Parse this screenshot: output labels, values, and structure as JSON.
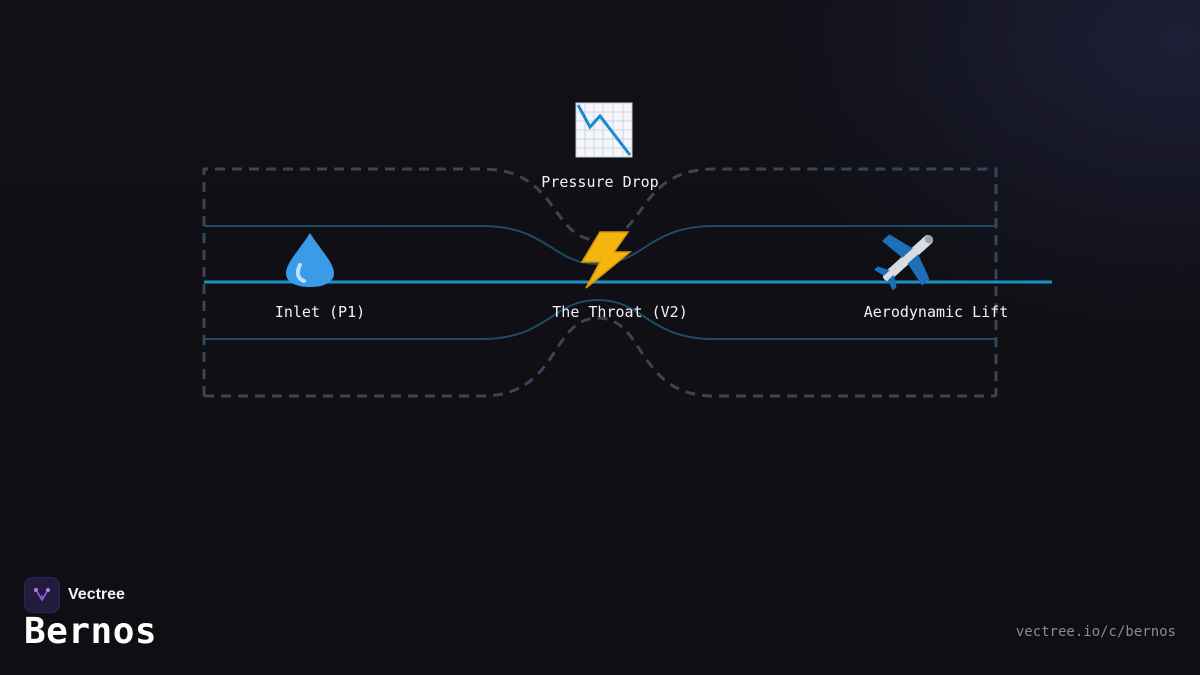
{
  "brand": {
    "name": "Vectree",
    "logo_icon": "vectree-logo-icon",
    "logo_color": "#9b5de5"
  },
  "title": "Bernos",
  "source_url": "vectree.io/c/bernos",
  "diagram": {
    "nodes": [
      {
        "id": "pressure-drop",
        "label": "Pressure Drop",
        "icon": "chart-decreasing-icon"
      },
      {
        "id": "inlet",
        "label": "Inlet (P1)",
        "icon": "droplet-icon"
      },
      {
        "id": "throat",
        "label": "The Throat (V2)",
        "icon": "lightning-icon"
      },
      {
        "id": "lift",
        "label": "Aerodynamic Lift",
        "icon": "airplane-icon"
      }
    ],
    "colors": {
      "flow_line": "#1f8fc6",
      "streamline": "#1d4c64",
      "pipe_wall": "#3a4454",
      "background": "#0f0f14"
    }
  }
}
